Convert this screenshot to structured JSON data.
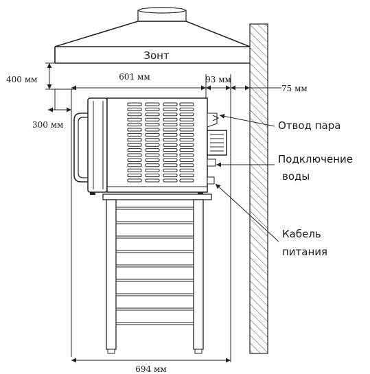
{
  "labels": {
    "hood": "Зонт",
    "steam_outlet": "Отвод пара",
    "water_connection_line1": "Подключение",
    "water_connection_line2": "воды",
    "power_cable_line1": "Кабель",
    "power_cable_line2": "питания"
  },
  "dimensions": {
    "hood_height": "400 мм",
    "side_clearance": "300 мм",
    "oven_depth": "601 мм",
    "rear_connections": "93 мм",
    "wall_gap": "75 мм",
    "total_depth": "694 мм"
  }
}
